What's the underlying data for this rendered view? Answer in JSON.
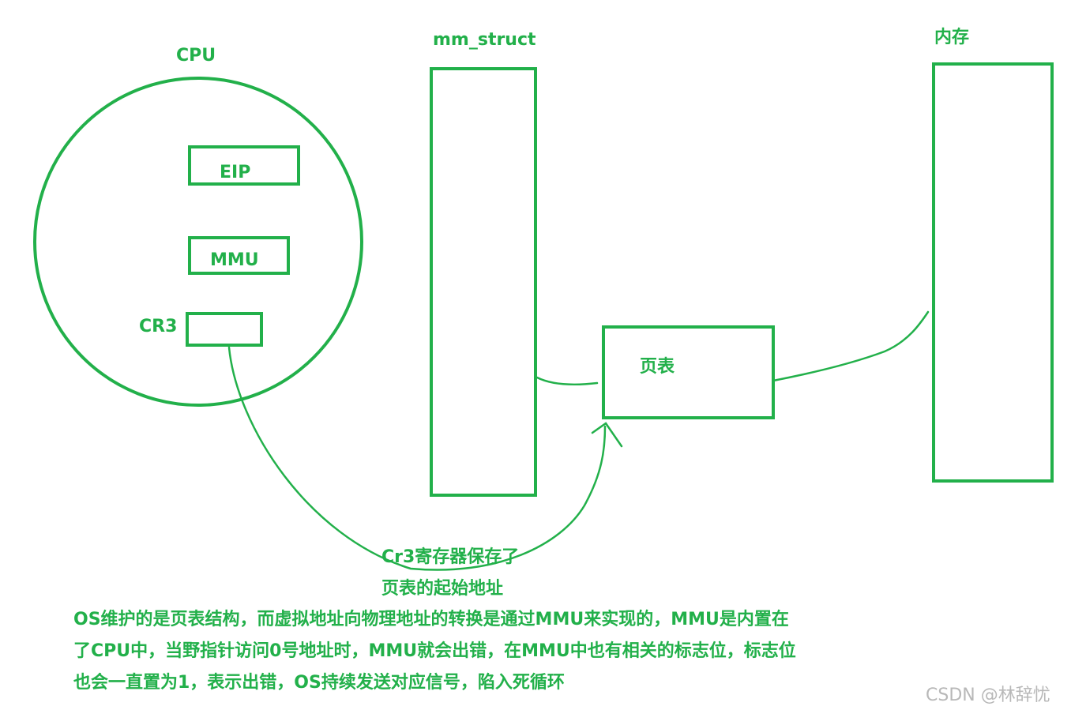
{
  "diagram": {
    "cpu_label": "CPU",
    "eip_label": "EIP",
    "mmu_label": "MMU",
    "cr3_label": "CR3",
    "mm_struct_label": "mm_struct",
    "page_table_label": "页表",
    "memory_label": "内存",
    "cr3_note_line1": "Cr3寄存器保存了",
    "cr3_note_line2": "页表的起始地址",
    "explanation_line1": "OS维护的是页表结构，而虚拟地址向物理地址的转换是通过MMU来实现的，MMU是内置在",
    "explanation_line2": "了CPU中，当野指针访问0号地址时，MMU就会出错，在MMU中也有相关的标志位，标志位",
    "explanation_line3": "也会一直置为1，表示出错，OS持续发送对应信号，陷入死循环"
  },
  "watermark": "CSDN @林辞忧",
  "colors": {
    "stroke": "#22b04a",
    "watermark": "#b8b8b8"
  }
}
